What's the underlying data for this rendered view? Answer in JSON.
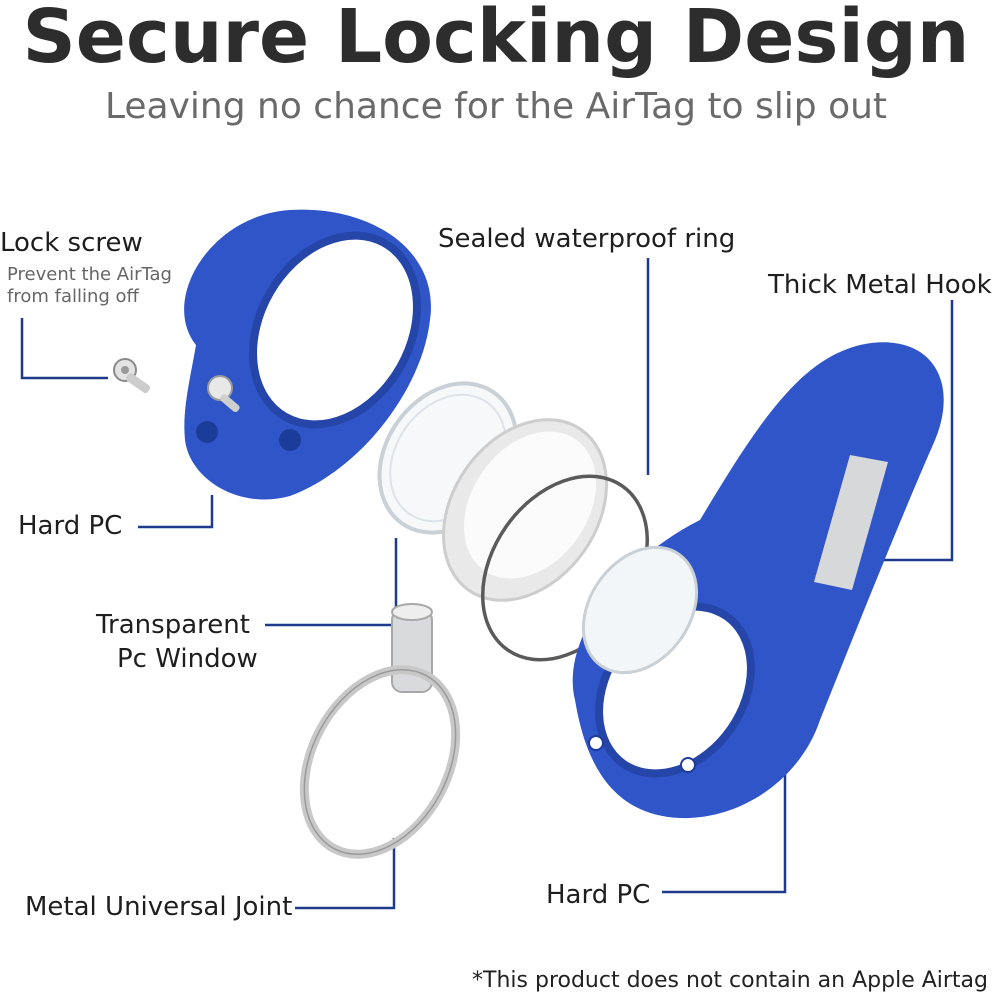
{
  "header": {
    "title": "Secure Locking Design",
    "subtitle": "Leaving no chance for the AirTag to slip out"
  },
  "callouts": {
    "lock_screw": "Lock screw",
    "lock_screw_desc_1": "Prevent the AirTag",
    "lock_screw_desc_2": "from falling off",
    "sealed_ring": "Sealed waterproof ring",
    "metal_hook": "Thick Metal Hook",
    "hard_pc_top": "Hard PC",
    "transparent_1": "Transparent",
    "transparent_2": "Pc Window",
    "metal_joint": "Metal Universal Joint",
    "hard_pc_bottom": "Hard PC"
  },
  "footnote": "*This product does not contain an Apple Airtag",
  "colors": {
    "case_blue": "#2f55c8",
    "leader_line": "#1f3a8a",
    "metal_gray": "#d6d8da"
  }
}
